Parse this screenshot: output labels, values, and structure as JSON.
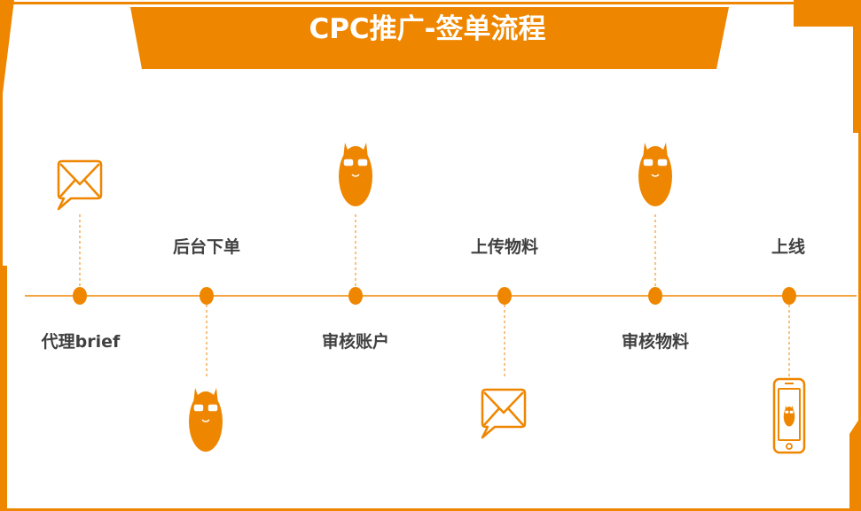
{
  "title": "CPC推广-签单流程",
  "colors": {
    "accent": "#EF8600",
    "text": "#404040",
    "background": "#FFFFFF"
  },
  "steps": [
    {
      "label": "代理brief",
      "label_position": "below",
      "icon": "envelope-icon",
      "icon_position": "above"
    },
    {
      "label": "后台下单",
      "label_position": "above",
      "icon": "llama-mascot-icon",
      "icon_position": "below"
    },
    {
      "label": "审核账户",
      "label_position": "below",
      "icon": "llama-mascot-icon",
      "icon_position": "above"
    },
    {
      "label": "上传物料",
      "label_position": "above",
      "icon": "envelope-icon",
      "icon_position": "below"
    },
    {
      "label": "审核物料",
      "label_position": "below",
      "icon": "llama-mascot-icon",
      "icon_position": "above"
    },
    {
      "label": "上线",
      "label_position": "above",
      "icon": "smartphone-icon",
      "icon_position": "below"
    }
  ]
}
